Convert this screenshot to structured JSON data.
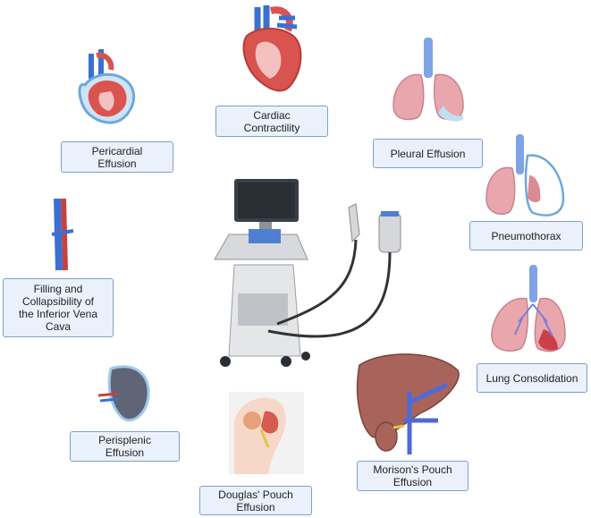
{
  "labels": {
    "pericardial": "Pericardial\nEffusion",
    "cardiac": "Cardiac\nContractility",
    "pleural": "Pleural Effusion",
    "pneumothorax": "Pneumothorax",
    "ivc": "Filling and\nCollapsibility of\nthe Inferior Vena\nCava",
    "lung_consolidation": "Lung Consolidation",
    "perisplenic": "Perisplenic\nEffusion",
    "douglas": "Douglas' Pouch\nEffusion",
    "morison": "Morison's Pouch\nEffusion"
  },
  "icons": {
    "pericardial": "heart-with-pericardium-icon",
    "cardiac": "heart-icon",
    "pleural": "lungs-pleural-effusion-icon",
    "pneumothorax": "lungs-pneumothorax-icon",
    "ivc": "inferior-vena-cava-icon",
    "lung_consolidation": "lungs-consolidation-icon",
    "perisplenic": "spleen-icon",
    "douglas": "pelvis-icon",
    "morison": "liver-kidney-icon",
    "device": "ultrasound-machine-icon"
  },
  "colors": {
    "label_fill": "#eaf1fb",
    "label_border": "#7f9fc9",
    "heart_red": "#d9534f",
    "vessel_blue": "#3b6fd1",
    "lung_pink": "#e9a6ad"
  }
}
